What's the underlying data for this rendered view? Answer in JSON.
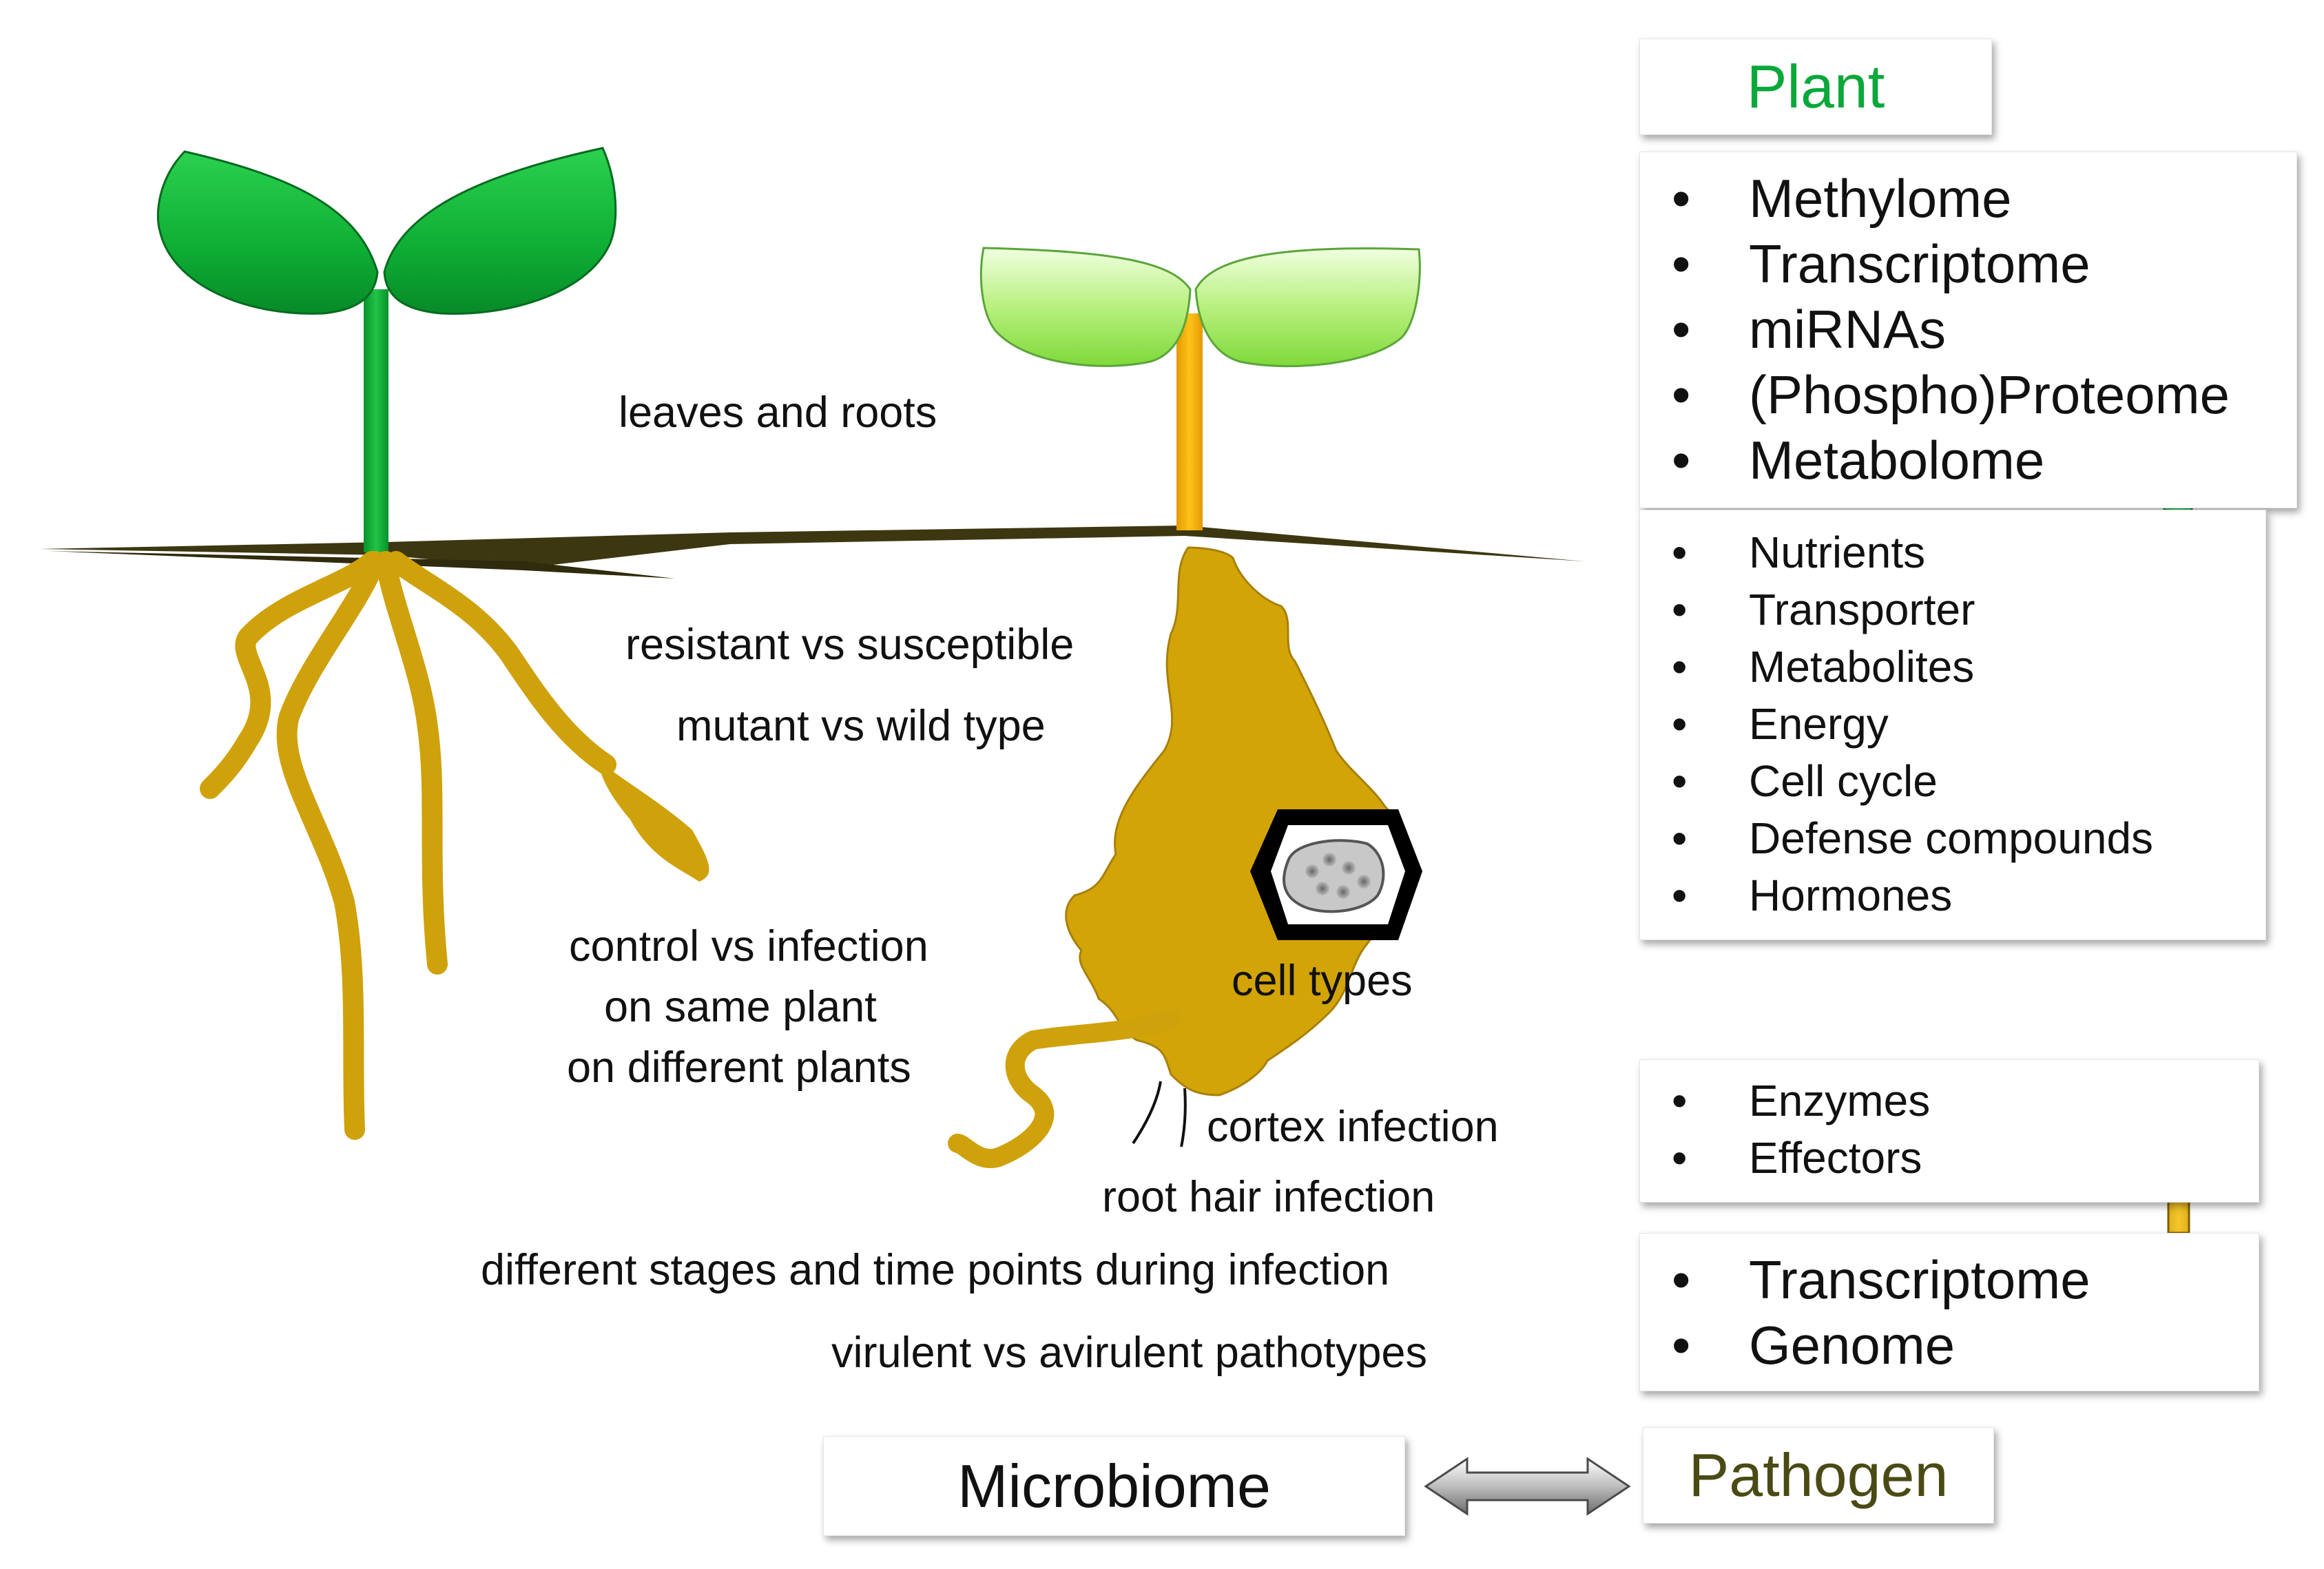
{
  "colors": {
    "plant_green": "#0aa83a",
    "pathogen_olive": "#4a4a14",
    "root_gold": "#d4a406",
    "soil": "#3a3410"
  },
  "labels": {
    "leaves_roots": "leaves and roots",
    "resistant": "resistant vs susceptible",
    "mutant": "mutant vs wild type",
    "control_1": "control vs infection",
    "control_2": "on same plant",
    "control_3": "on different plants",
    "cell_types": "cell types",
    "cortex": "cortex infection",
    "root_hair": "root hair infection",
    "stages": "different stages and time points during infection",
    "virulent": "virulent vs avirulent pathotypes"
  },
  "plant": {
    "title": "Plant",
    "omics": [
      "Methylome",
      "Transcriptome",
      "miRNAs",
      "(Phospho)Proteome",
      "Metabolome"
    ],
    "affected": [
      "Nutrients",
      "Transporter",
      "Metabolites",
      "Energy",
      "Cell cycle",
      "Defense compounds",
      "Hormones"
    ]
  },
  "pathogen": {
    "title": "Pathogen",
    "factors": [
      "Enzymes",
      "Effectors"
    ],
    "omics": [
      "Transcriptome",
      "Genome"
    ]
  },
  "microbiome": {
    "title": "Microbiome"
  }
}
